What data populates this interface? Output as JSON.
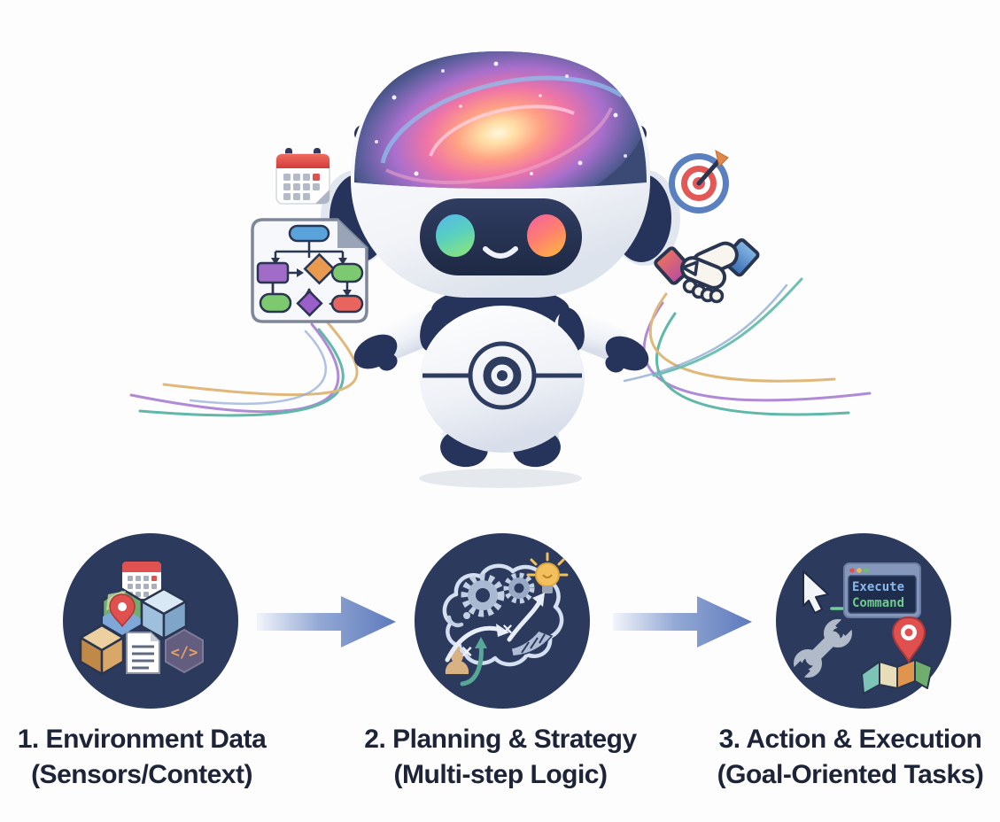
{
  "steps": [
    {
      "line1": "1. Environment Data",
      "line2": "(Sensors/Context)",
      "icons": [
        "calendar-icon",
        "map-hexagon-icon",
        "blue-cube-icon",
        "tan-cube-icon",
        "document-icon",
        "code-hexagon-icon"
      ]
    },
    {
      "line1": "2. Planning & Strategy",
      "line2": "(Multi-step Logic)",
      "icons": [
        "brain-icon",
        "gear-icon",
        "lightbulb-icon",
        "chess-piece-icon",
        "strategy-arrow-icon"
      ]
    },
    {
      "line1": "3. Action & Execution",
      "line2": "(Goal-Oriented Tasks)",
      "icons": [
        "cursor-icon",
        "terminal-window-icon",
        "wrench-icon",
        "map-location-icon"
      ],
      "terminal": {
        "line1": "Execute",
        "line2": "Command"
      }
    }
  ],
  "glyphs": {
    "code": "</>",
    "x_mark": "×",
    "chess_pawn": "♟"
  },
  "robot_floating_icons": [
    "calendar-icon",
    "flowchart-icon",
    "target-icon",
    "handshake-icon"
  ],
  "colors": {
    "step_circle_navy": "#2b3a5d",
    "robot_navy": "#26335a",
    "arrow_blue": "#5d7abc",
    "label_text": "#1d2438"
  }
}
